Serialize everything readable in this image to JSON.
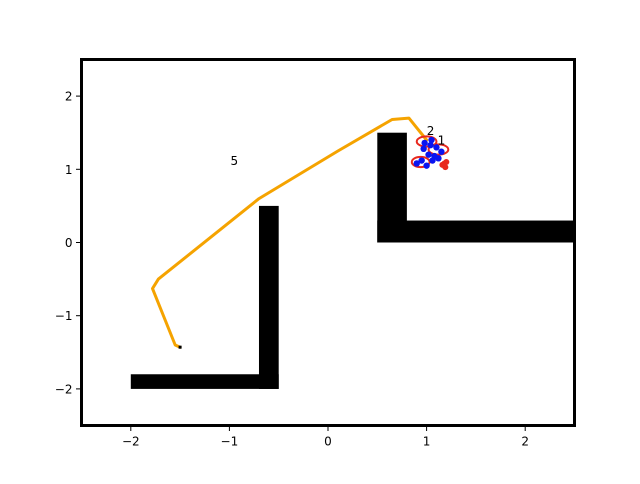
{
  "chart_data": {
    "type": "scatter",
    "title": "",
    "xlabel": "",
    "ylabel": "",
    "xlim": [
      -2.5,
      2.5
    ],
    "ylim": [
      -2.5,
      2.5
    ],
    "grid": false,
    "x_ticks": [
      -2,
      -1,
      0,
      1,
      2
    ],
    "y_ticks": [
      -2,
      -1,
      0,
      1,
      2
    ],
    "x_tick_labels": [
      "−2",
      "−1",
      "0",
      "1",
      "2"
    ],
    "y_tick_labels": [
      "−2",
      "−1",
      "0",
      "1",
      "2"
    ],
    "obstacles": [
      {
        "x0": -2.0,
        "y0": -2.0,
        "x1": -0.5,
        "y1": -1.8
      },
      {
        "x0": -0.7,
        "y0": -2.0,
        "x1": -0.5,
        "y1": 0.5
      },
      {
        "x0": 0.5,
        "y0": 0.0,
        "x1": 0.8,
        "y1": 1.5
      },
      {
        "x0": 0.5,
        "y0": 0.0,
        "x1": 2.5,
        "y1": 0.3
      }
    ],
    "path": {
      "color": "#f5a300",
      "points": [
        [
          -1.5,
          -1.43
        ],
        [
          -1.55,
          -1.4
        ],
        [
          -1.78,
          -0.63
        ],
        [
          -1.72,
          -0.5
        ],
        [
          -0.7,
          0.6
        ],
        [
          0.1,
          1.25
        ],
        [
          0.65,
          1.68
        ],
        [
          0.82,
          1.7
        ],
        [
          1.0,
          1.4
        ]
      ]
    },
    "path_start_marker": {
      "x": -1.5,
      "y": -1.43,
      "color": "#000000"
    },
    "text_labels": [
      {
        "text": "5",
        "x": -0.95,
        "y": 1.06
      },
      {
        "text": "2",
        "x": 1.04,
        "y": 1.47
      },
      {
        "text": "1",
        "x": 1.15,
        "y": 1.34
      }
    ],
    "red_ellipses": [
      {
        "cx": 1.0,
        "cy": 1.38,
        "rx": 0.1,
        "ry": 0.07
      },
      {
        "cx": 1.12,
        "cy": 1.27,
        "rx": 0.1,
        "ry": 0.07
      },
      {
        "cx": 0.94,
        "cy": 1.1,
        "rx": 0.09,
        "ry": 0.07
      }
    ],
    "red_points": [
      [
        1.18,
        1.08
      ],
      [
        1.19,
        1.03
      ],
      [
        1.16,
        1.06
      ],
      [
        1.2,
        1.1
      ]
    ],
    "blue_points": [
      [
        0.98,
        1.36
      ],
      [
        1.05,
        1.4
      ],
      [
        1.1,
        1.3
      ],
      [
        1.15,
        1.24
      ],
      [
        1.08,
        1.18
      ],
      [
        1.02,
        1.2
      ],
      [
        0.95,
        1.12
      ],
      [
        0.9,
        1.08
      ],
      [
        1.0,
        1.05
      ],
      [
        1.06,
        1.12
      ],
      [
        1.12,
        1.15
      ],
      [
        0.97,
        1.28
      ],
      [
        1.04,
        1.33
      ]
    ],
    "colors": {
      "obstacle": "#000000",
      "ellipse": "#e8281e",
      "blue": "#0a14f0",
      "red_point": "#e8281e"
    }
  }
}
